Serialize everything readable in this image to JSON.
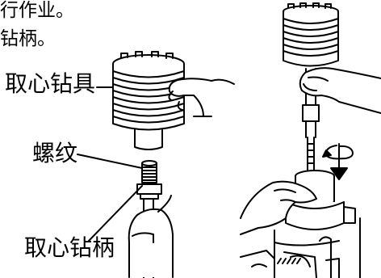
{
  "text": {
    "line1": "行作业。",
    "line2": "钻柄。"
  },
  "labels": {
    "core_bit": "取心钻具",
    "thread": "螺纹",
    "core_bit_shank": "取心钻柄"
  },
  "icons": {
    "rotate": "rotate-arrow-icon"
  },
  "colors": {
    "ink": "#000000",
    "paper": "#ffffff"
  }
}
